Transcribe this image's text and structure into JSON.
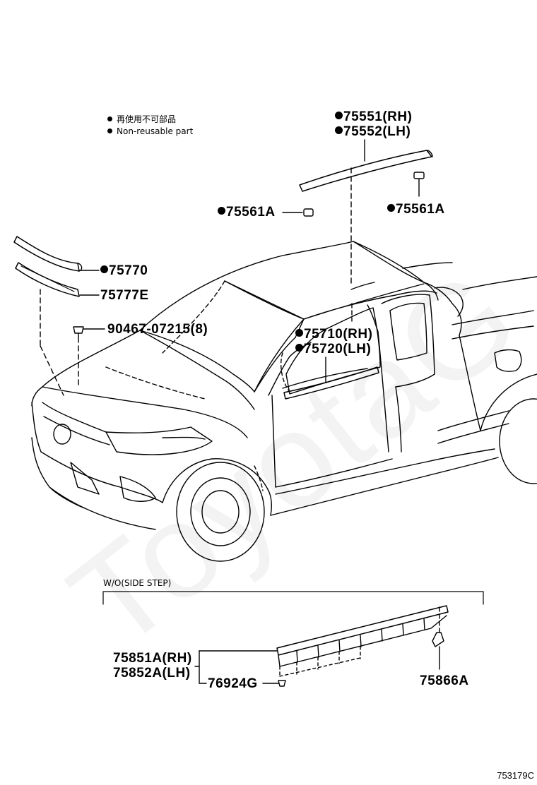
{
  "legend": {
    "japanese": "再使用不可部品",
    "english": "Non-reusable part"
  },
  "parts": {
    "roof_rh": "75551(RH)",
    "roof_lh": "75552(LH)",
    "clip_left": "75561A",
    "clip_right": "75561A",
    "hood": "75770",
    "hood_e": "75777E",
    "clip_hood": "90467-07215(8)",
    "door_rh": "75710(RH)",
    "door_lh": "75720(LH)",
    "rocker_rh": "75851A(RH)",
    "rocker_lh": "75852A(LH)",
    "rocker_clip": "76924G",
    "rocker_nut": "75866A"
  },
  "section_label": "W/O(SIDE STEP)",
  "watermark": "ToyotaG",
  "footer_code": "753179C"
}
